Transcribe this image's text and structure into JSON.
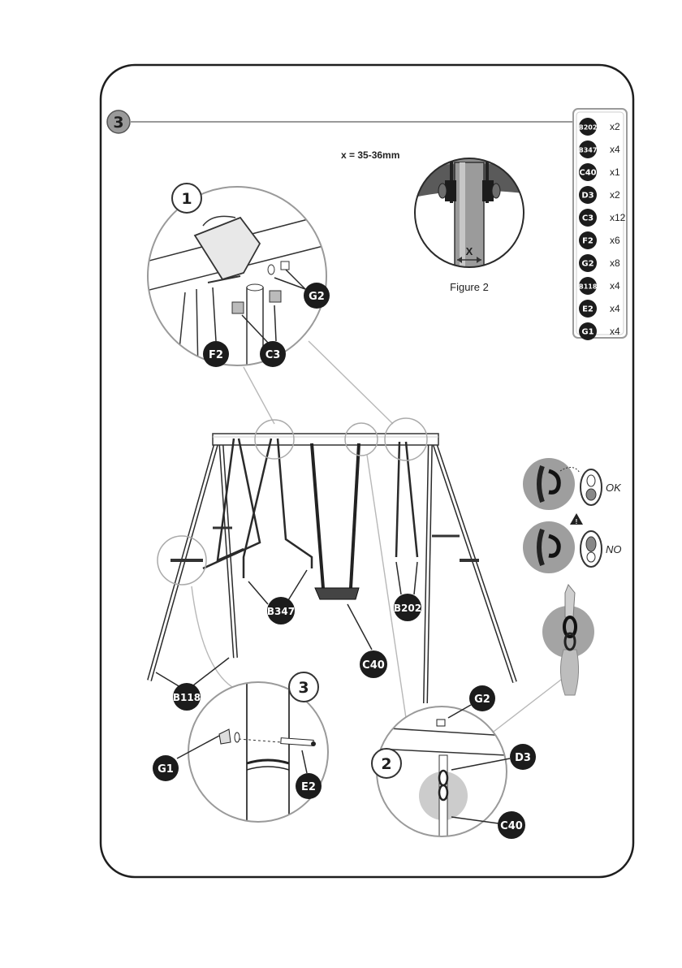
{
  "step": {
    "number": "3"
  },
  "dimension": {
    "formula": "x = 35-36mm",
    "marker": "X",
    "caption": "Figure 2"
  },
  "parts": [
    {
      "code": "B202",
      "qty": "x2"
    },
    {
      "code": "B347",
      "qty": "x4"
    },
    {
      "code": "C40",
      "qty": "x1"
    },
    {
      "code": "D3",
      "qty": "x2"
    },
    {
      "code": "C3",
      "qty": "x12"
    },
    {
      "code": "F2",
      "qty": "x6"
    },
    {
      "code": "G2",
      "qty": "x8"
    },
    {
      "code": "B118",
      "qty": "x4"
    },
    {
      "code": "E2",
      "qty": "x4"
    },
    {
      "code": "G1",
      "qty": "x4"
    }
  ],
  "detail1": {
    "number": "1",
    "labels": [
      "G2",
      "F2",
      "C3"
    ]
  },
  "detail2": {
    "number": "2",
    "labels": [
      "G2",
      "D3",
      "C40"
    ]
  },
  "detail3": {
    "number": "3",
    "labels": [
      "G1",
      "E2"
    ]
  },
  "main": {
    "labels": [
      "B347",
      "B202",
      "C40",
      "B118"
    ]
  },
  "check": {
    "ok": "OK",
    "no": "NO"
  }
}
